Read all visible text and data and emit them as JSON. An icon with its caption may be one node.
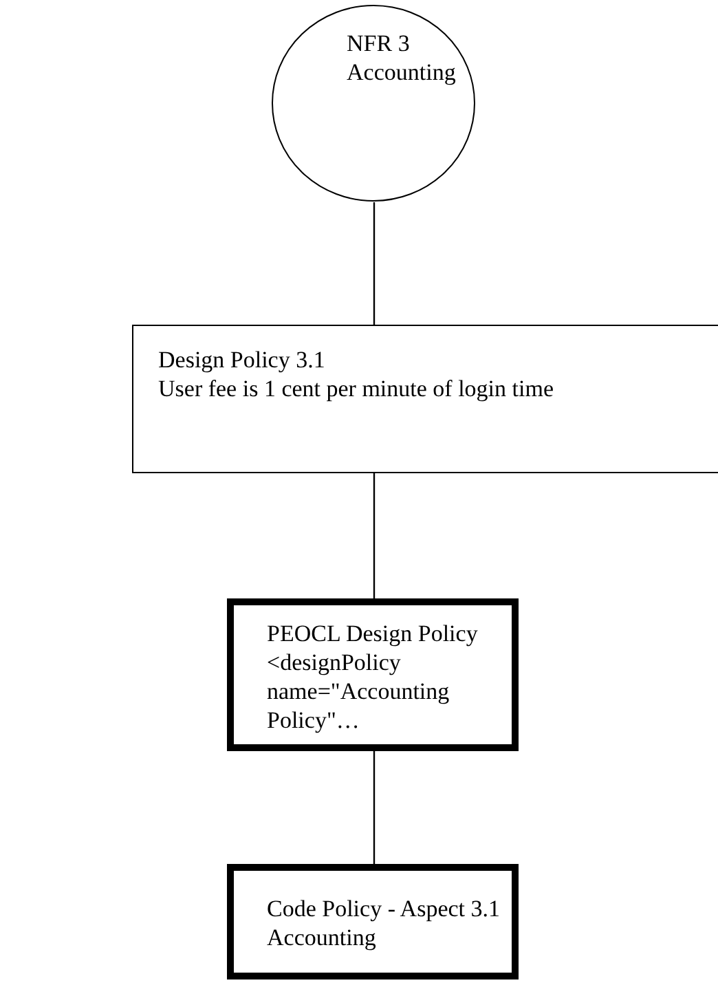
{
  "diagram": {
    "nodes": [
      {
        "text": [
          "NFR 3 Accounting"
        ]
      },
      {
        "text": [
          "Design Policy 3.1",
          "User fee is 1 cent per minute of login time"
        ]
      },
      {
        "text": [
          "PEOCL Design Policy",
          "<designPolicy name=\"Accounting Policy\"…"
        ]
      },
      {
        "text": [
          "Code Policy - Aspect 3.1",
          "Accounting"
        ]
      }
    ],
    "edges": [
      {
        "from": 0,
        "to": 1,
        "arrow": "none"
      },
      {
        "from": 1,
        "to": 2,
        "arrow": "none"
      },
      {
        "from": 2,
        "to": 3,
        "arrow": "none"
      }
    ]
  }
}
